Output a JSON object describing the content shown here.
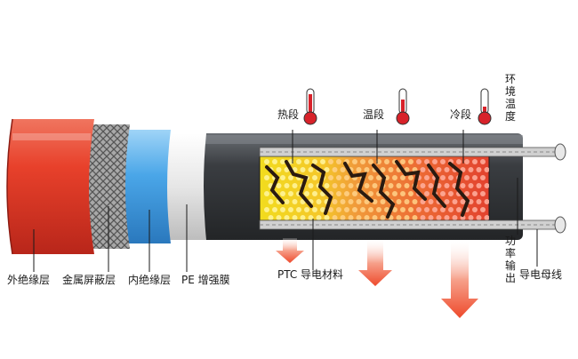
{
  "labels": {
    "outer_insulation": "外绝缘层",
    "metal_shield": "金属屏蔽层",
    "inner_insulation": "内绝缘层",
    "pe_layer": "PE 增强膜",
    "ptc_material": "PTC 导电材料",
    "bus_wire": "导电母线",
    "power_output": "功率输出",
    "ambient_temp": "环境温度",
    "hot_zone": "热段",
    "warm_zone": "温段",
    "cold_zone": "冷段"
  },
  "colors": {
    "outer_red": "#e8412b",
    "shield_gray": "#9a9a9a",
    "inner_blue": "#4aa6e8",
    "pe_white": "#e6e6e6",
    "jacket_dark": "#3a3d41",
    "ptc_yellow": "#f2dc1e",
    "ptc_orange": "#f09a3a",
    "ptc_red": "#e2412e",
    "arrow_red": "#ee5a3c",
    "thermo_red": "#d8222a"
  }
}
